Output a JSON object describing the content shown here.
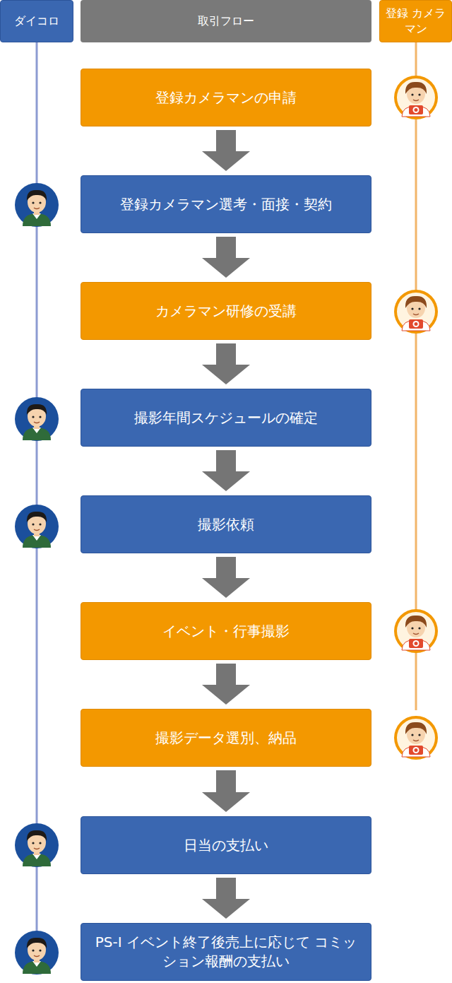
{
  "diagram": {
    "nodes": [
      {
        "text": [
          "ダイコロ"
        ]
      },
      {
        "text": [
          "取引フロー"
        ]
      },
      {
        "text": [
          "登録 カメラマン"
        ]
      },
      {
        "text": [
          "登録カメラマンの申請"
        ]
      },
      {
        "text": [
          "登録カメラマン選考・面接・契約"
        ]
      },
      {
        "text": [
          "カメラマン研修の受講"
        ]
      },
      {
        "text": [
          "撮影年間スケジュールの確定"
        ]
      },
      {
        "text": [
          "撮影依頼"
        ]
      },
      {
        "text": [
          "イベント・行事撮影"
        ]
      },
      {
        "text": [
          "撮影データ選別、納品"
        ]
      },
      {
        "text": [
          "日当の支払い"
        ]
      },
      {
        "text": [
          "PS-I イベント終了後売上に応じて コミッション報酬の支払い"
        ]
      }
    ],
    "edges": [
      {
        "from": 3,
        "to": 4,
        "arrow": "to"
      },
      {
        "from": 4,
        "to": 5,
        "arrow": "to"
      },
      {
        "from": 5,
        "to": 6,
        "arrow": "to"
      },
      {
        "from": 6,
        "to": 7,
        "arrow": "to"
      },
      {
        "from": 7,
        "to": 8,
        "arrow": "to"
      },
      {
        "from": 8,
        "to": 9,
        "arrow": "to"
      },
      {
        "from": 9,
        "to": 10,
        "arrow": "to"
      },
      {
        "from": 10,
        "to": 11,
        "arrow": "to"
      }
    ]
  }
}
